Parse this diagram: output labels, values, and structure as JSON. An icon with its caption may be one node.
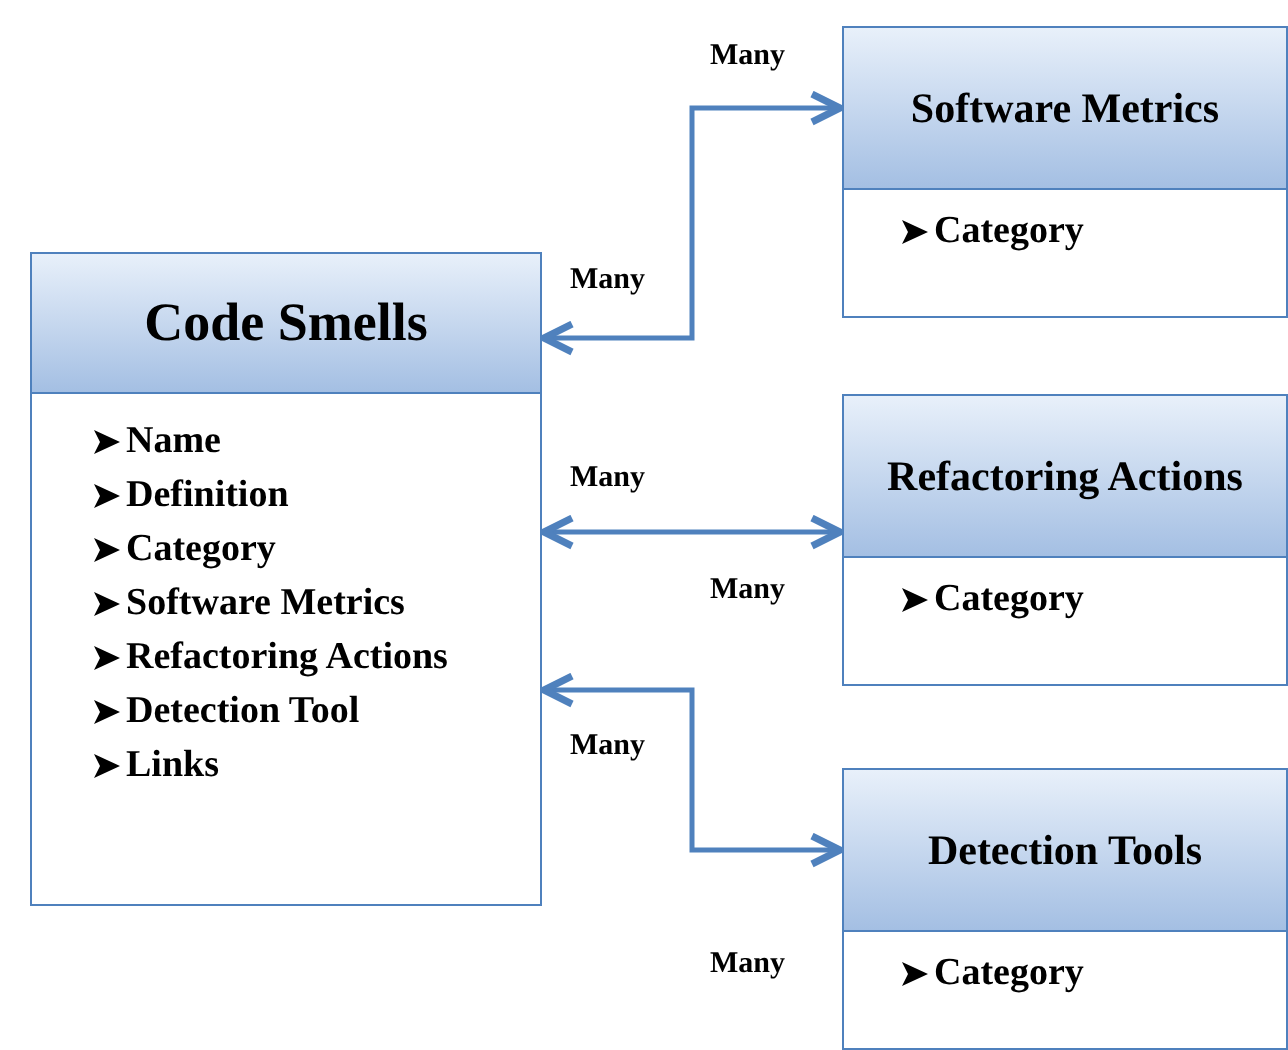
{
  "diagram": {
    "nodes": [
      {
        "text": [
          "Code Smells",
          "Name",
          "Definition",
          "Category",
          "Software Metrics",
          "Refactoring Actions",
          "Detection Tool",
          "Links"
        ]
      },
      {
        "text": [
          "Software Metrics",
          "Category"
        ]
      },
      {
        "text": [
          "Refactoring Actions",
          "Category"
        ]
      },
      {
        "text": [
          "Detection Tools",
          "Category"
        ]
      }
    ],
    "edges": [
      {
        "from": 0,
        "to": 1,
        "arrow": "both"
      },
      {
        "from": 0,
        "to": 2,
        "arrow": "both"
      },
      {
        "from": 0,
        "to": 3,
        "arrow": "both"
      }
    ],
    "labels": [
      "Many",
      "Many",
      "Many",
      "Many",
      "Many",
      "Many"
    ]
  }
}
